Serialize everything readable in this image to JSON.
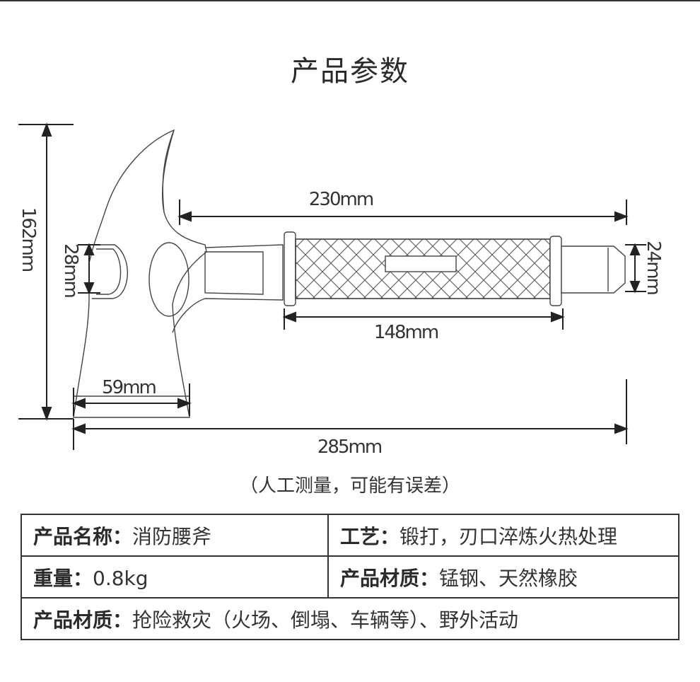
{
  "title": "产品参数",
  "dimensions": {
    "total_length": "285mm",
    "handle_length": "230mm",
    "grip_length": "148mm",
    "height": "162mm",
    "blade_width": "59mm",
    "pick_opening": "28mm",
    "handle_end_width": "24mm"
  },
  "note": "（人工测量，可能有误差）",
  "specs": {
    "name_label": "产品名称：",
    "name_value": "消防腰斧",
    "craft_label": "工艺：",
    "craft_value": "锻打，刃口淬炼火热处理",
    "weight_label": "重量：",
    "weight_value": "0.8kg",
    "material_label": "产品材质：",
    "material_value": "锰钢、天然橡胶",
    "usage_label": "产品材质：",
    "usage_value": "抢险救灾（火场、倒塌、车辆等）、野外活动"
  }
}
